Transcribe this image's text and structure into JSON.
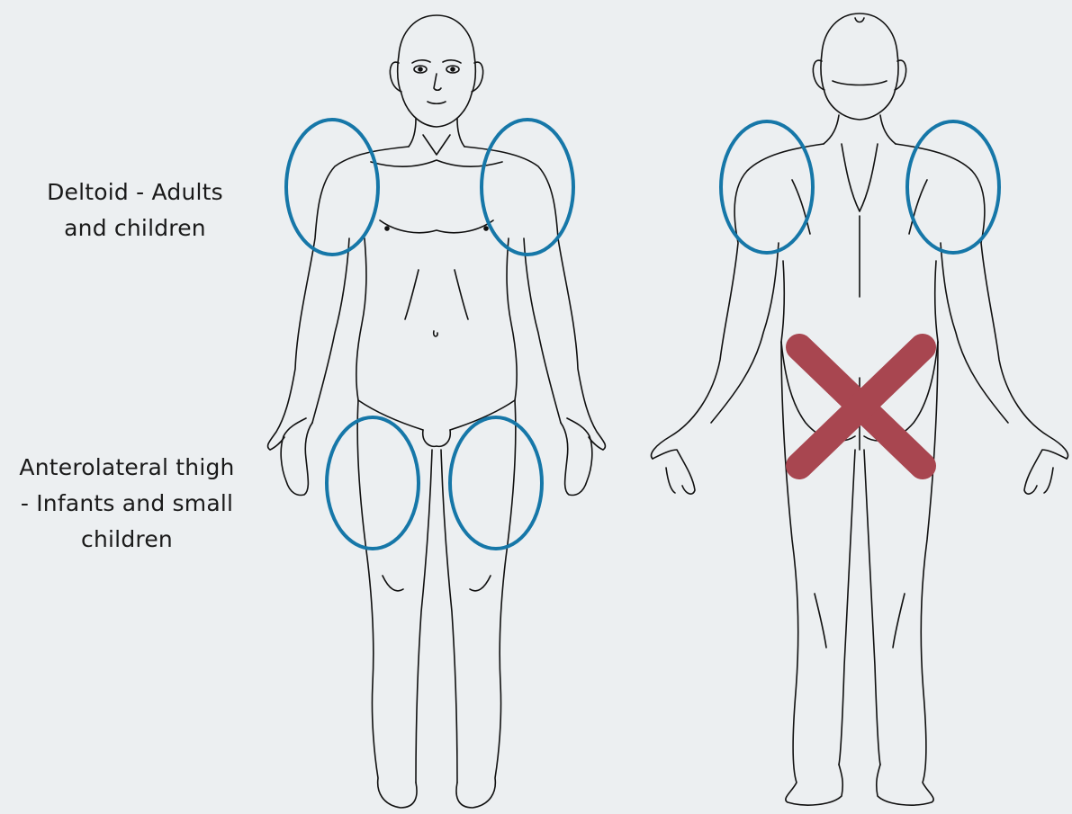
{
  "labels": {
    "deltoid": {
      "line1": "Deltoid - Adults",
      "line2": "and children"
    },
    "thigh": {
      "line1": "Anterolateral thigh",
      "line2": "- Infants and small",
      "line3": "children"
    }
  },
  "figures": {
    "front": "front-view-body-icon",
    "back": "back-view-body-icon"
  },
  "markers": {
    "recommended_site": "circle-marker",
    "avoid_site": "x-mark-icon"
  },
  "colors": {
    "background": "#eceff1",
    "outline": "#111111",
    "circle": "#1677a8",
    "cross": "#a84650",
    "text": "#1a1a1a"
  }
}
